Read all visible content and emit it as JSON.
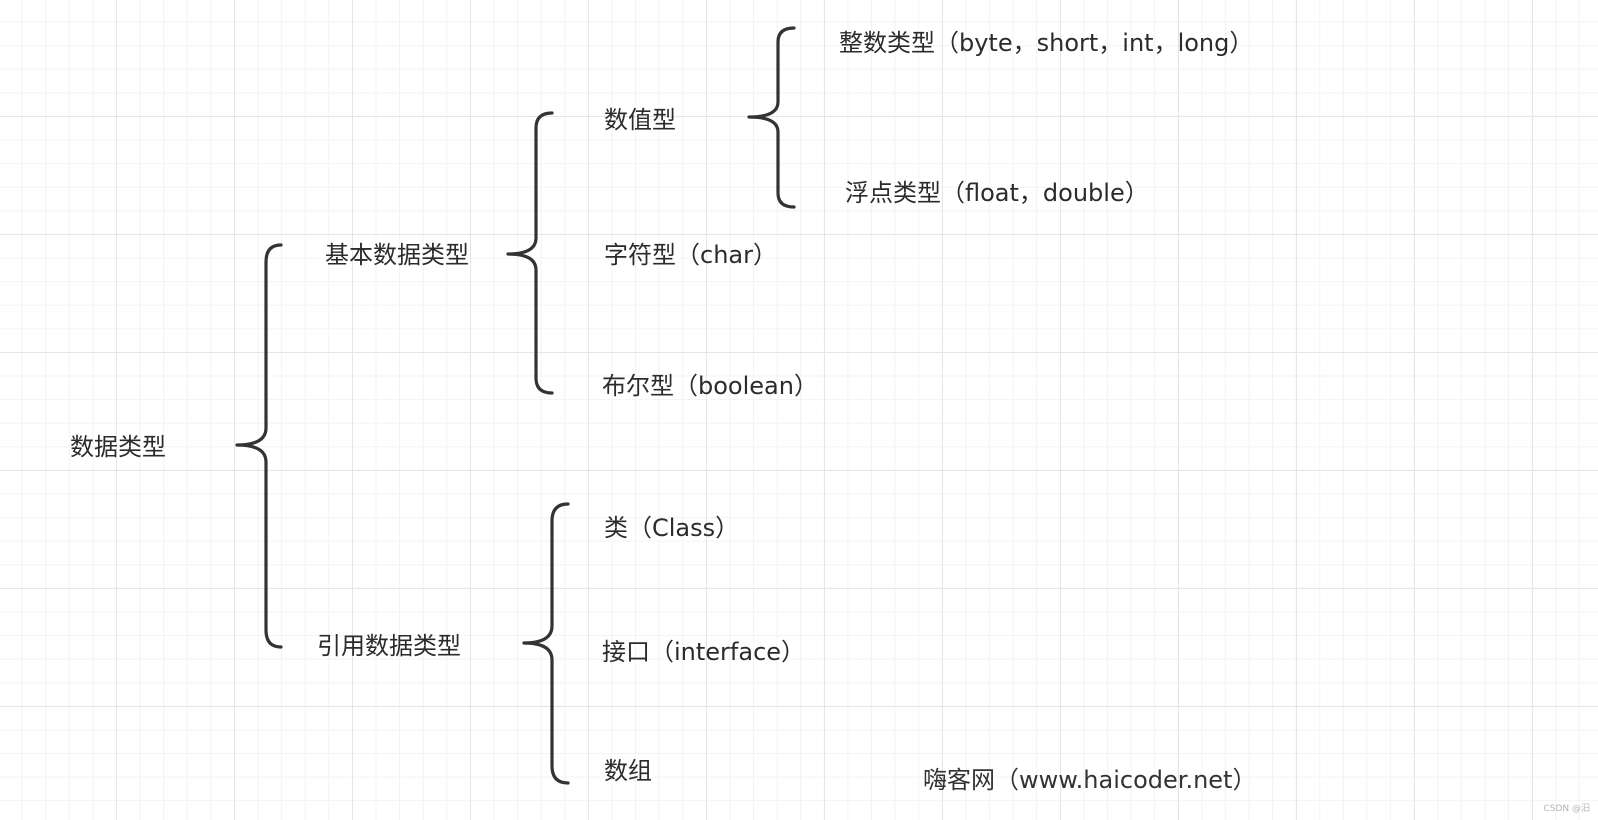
{
  "diagram": {
    "root": "数据类型",
    "primitive": {
      "label": "基本数据类型",
      "numeric": {
        "label": "数值型",
        "integer": "整数类型（byte，short，int，long）",
        "floating": "浮点类型（float，double）"
      },
      "char": "字符型（char）",
      "boolean": "布尔型（boolean）"
    },
    "reference": {
      "label": "引用数据类型",
      "class": "类（Class）",
      "interface": "接口（interface）",
      "array": "数组"
    }
  },
  "watermark": "嗨客网（www.haicoder.net）",
  "csdn_mark": "CSDN @汨",
  "colors": {
    "brace": "#333333",
    "text": "#2b2b2b"
  }
}
